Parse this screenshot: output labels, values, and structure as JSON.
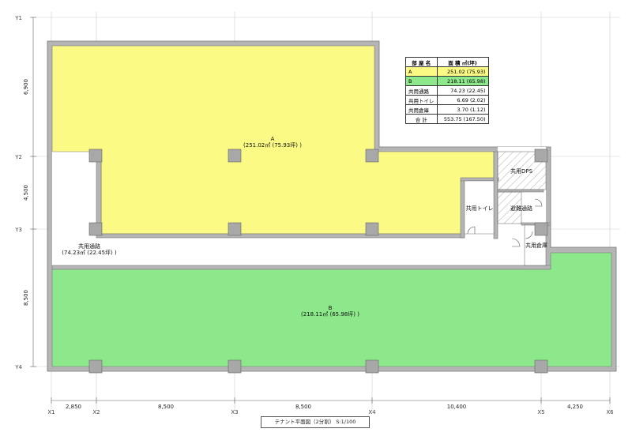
{
  "axes_x": [
    {
      "label": "X1"
    },
    {
      "label": "X2"
    },
    {
      "label": "X3"
    },
    {
      "label": "X4"
    },
    {
      "label": "X5"
    },
    {
      "label": "X6"
    }
  ],
  "axes_y": [
    {
      "label": "Y1"
    },
    {
      "label": "Y2"
    },
    {
      "label": "Y3"
    },
    {
      "label": "Y4"
    }
  ],
  "dims_x": [
    "2,850",
    "8,500",
    "8,500",
    "10,400",
    "4,250"
  ],
  "dims_y": [
    "6,900",
    "4,500",
    "8,500"
  ],
  "rooms": {
    "a_name": "A",
    "a_area": "(251.02㎡ (75.93坪) )",
    "b_name": "B",
    "b_area": "(218.11㎡ (65.98坪) )",
    "corridor_name": "共用通路",
    "corridor_area": "(74.23㎡ (22.45坪) )",
    "toilet": "共用トイレ",
    "dps": "共用DPS",
    "evac": "避難通路",
    "storage": "共用倉庫"
  },
  "table": {
    "header_name": "部 屋 名",
    "header_area": "面 積 ㎡(坪)",
    "rows": [
      {
        "name": "A",
        "area": "251.02 (75.93)"
      },
      {
        "name": "B",
        "area": "218.11 (65.98)"
      },
      {
        "name": "共用通路",
        "area": "74.23 (22.45)"
      },
      {
        "name": "共用トイレ",
        "area": "6.69 (2.02)"
      },
      {
        "name": "共用倉庫",
        "area": "3.70 (1.12)"
      },
      {
        "name": "合 計",
        "area": "553.75 (167.50)"
      }
    ]
  },
  "title": "テナント平面図（2分割） S:1/100",
  "colors": {
    "tenant_a": "#fbfa85",
    "tenant_b": "#8ce88a",
    "wall": "#b5b5b5",
    "column": "#a8a8a8"
  }
}
